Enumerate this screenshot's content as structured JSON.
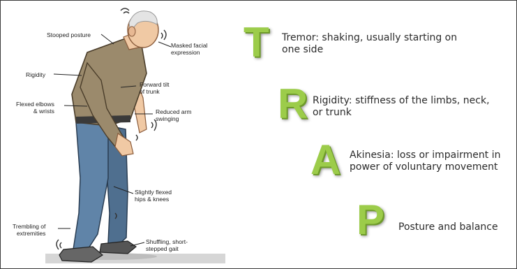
{
  "figure": {
    "labels": {
      "stooped_posture": "Stooped posture",
      "masked_face": "Masked facial\nexpression",
      "rigidity": "Rigidity",
      "forward_tilt": "Forward tilt\nof trunk",
      "flexed_elbows": "Flexed elbows\n& wrists",
      "reduced_arm": "Reduced arm\nswinging",
      "flexed_hips": "Slightly flexed\nhips & knees",
      "trembling": "Trembling of\nextremities",
      "shuffling": "Shuffling, short-\nstepped gait"
    }
  },
  "trap": {
    "items": [
      {
        "letter": "T",
        "text": "Tremor: shaking, usually starting on\none side"
      },
      {
        "letter": "R",
        "text": "Rigidity: stiffness of the limbs, neck,\nor trunk"
      },
      {
        "letter": "A",
        "text": "Akinesia: loss or impairment in\npower of voluntary movement"
      },
      {
        "letter": "P",
        "text": "Posture and balance"
      }
    ],
    "letter_color": "#9ccc4a"
  }
}
